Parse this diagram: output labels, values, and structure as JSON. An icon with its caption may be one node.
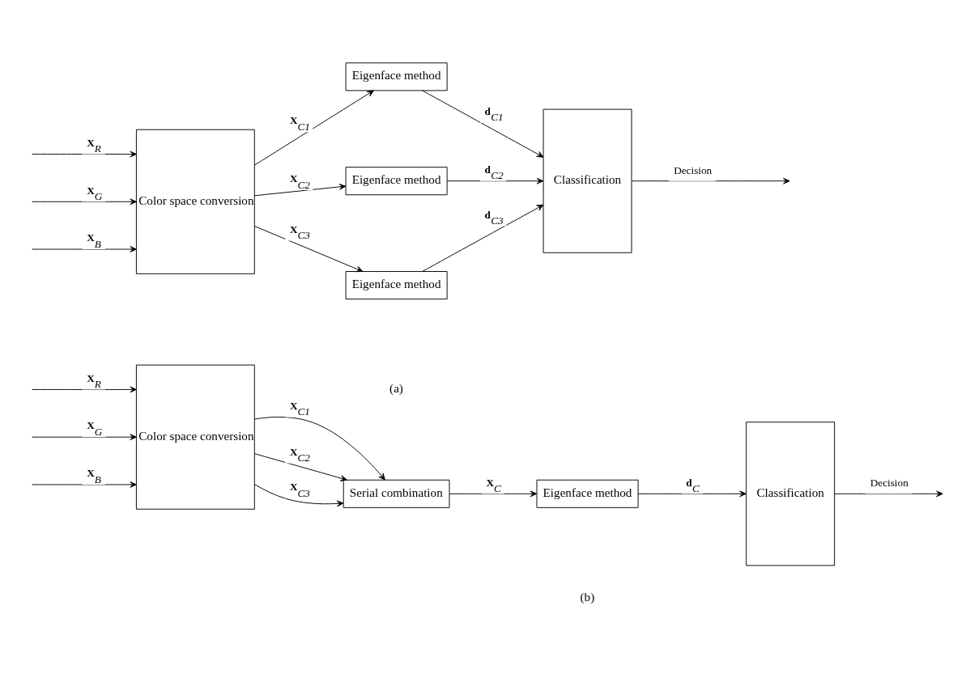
{
  "diagram": {
    "nodes": [
      {
        "text": [
          "Color space conversion"
        ]
      },
      {
        "text": [
          "Eigenface method"
        ]
      },
      {
        "text": [
          "Eigenface method"
        ]
      },
      {
        "text": [
          "Eigenface method"
        ]
      },
      {
        "text": [
          "Classification"
        ]
      },
      {
        "text": [
          "Color space conversion"
        ]
      },
      {
        "text": [
          "Serial combination"
        ]
      },
      {
        "text": [
          "Eigenface method"
        ]
      },
      {
        "text": [
          "Classification"
        ]
      }
    ],
    "edges": [
      {
        "from": null,
        "to": 0,
        "arrow": "to",
        "label": "**X**$_{R}$"
      },
      {
        "from": null,
        "to": 0,
        "arrow": "to",
        "label": "**X**$_{G}$"
      },
      {
        "from": null,
        "to": 0,
        "arrow": "to",
        "label": "**X**$_{B}$"
      },
      {
        "from": 0,
        "to": 1,
        "arrow": "to",
        "label": "**X**$_{C1}$"
      },
      {
        "from": 0,
        "to": 2,
        "arrow": "to",
        "label": "**X**$_{C2}$"
      },
      {
        "from": 0,
        "to": 3,
        "arrow": "to",
        "label": "**X**$_{C3}$"
      },
      {
        "from": 1,
        "to": 4,
        "arrow": "to",
        "label": "**d**$_{C1}$"
      },
      {
        "from": 2,
        "to": 4,
        "arrow": "to",
        "label": "**d**$_{C2}$"
      },
      {
        "from": 3,
        "to": 4,
        "arrow": "to",
        "label": "**d**$_{C3}$"
      },
      {
        "from": 4,
        "to": null,
        "arrow": "to",
        "label": "Decision"
      },
      {
        "from": null,
        "to": 5,
        "arrow": "to",
        "label": "**X**$_{R}$"
      },
      {
        "from": null,
        "to": 5,
        "arrow": "to",
        "label": "**X**$_{G}$"
      },
      {
        "from": null,
        "to": 5,
        "arrow": "to",
        "label": "**X**$_{B}$"
      },
      {
        "from": 5,
        "to": 6,
        "arrow": "to",
        "label": "**X**$_{C1}$"
      },
      {
        "from": 5,
        "to": 6,
        "arrow": "to",
        "label": "**X**$_{C2}$"
      },
      {
        "from": 5,
        "to": 6,
        "arrow": "to",
        "label": "**X**$_{C3}$"
      },
      {
        "from": 6,
        "to": 7,
        "arrow": "to",
        "label": "**X**$_{C}$"
      },
      {
        "from": 7,
        "to": 8,
        "arrow": "to",
        "label": "**d**$_{C}$"
      },
      {
        "from": 8,
        "to": null,
        "arrow": "to",
        "label": "Decision"
      }
    ],
    "labels": [
      "(a)",
      "(b)"
    ]
  }
}
